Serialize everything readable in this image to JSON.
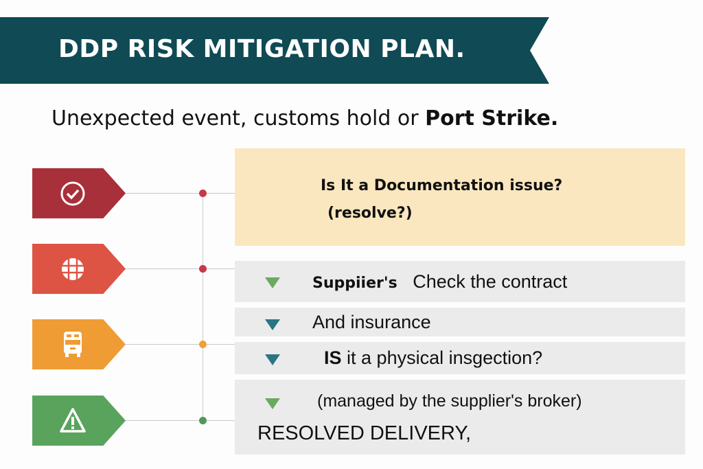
{
  "title": "DDP RISK MITIGATION PLAN.",
  "subtitle": {
    "text": "Unexpected event, customs hold or ",
    "bold": "Port Strike."
  },
  "tags": [
    {
      "icon": "check-circle-icon",
      "color": "#a8303a"
    },
    {
      "icon": "globe-icon",
      "color": "#dd5444"
    },
    {
      "icon": "vehicle-icon",
      "color": "#ef9c35"
    },
    {
      "icon": "warning-icon",
      "color": "#5aa35d"
    }
  ],
  "decision": {
    "question": "Is It a Documentation issue?",
    "note": "(resolve?)"
  },
  "steps": [
    {
      "bold": "Suppiier's",
      "text": "Check the contract",
      "arrow_color": "#6aaa5f"
    },
    {
      "text": "And insurance",
      "arrow_color": "#2a7585"
    },
    {
      "bold": "IS",
      "text": "it a physical insgection?",
      "arrow_color": "#2a7585"
    },
    {
      "text": "(managed by the supplier's broker)",
      "arrow_color": "#6aaa5f"
    }
  ],
  "result": "RESOLVED DELIVERY,"
}
